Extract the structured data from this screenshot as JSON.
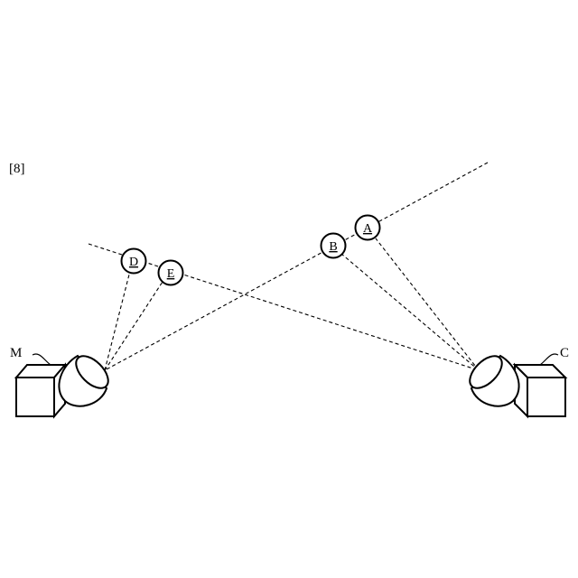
{
  "figure": {
    "number": "[8]"
  },
  "devices": {
    "left": {
      "label": "M",
      "icon": "camera-icon"
    },
    "right": {
      "label": "C",
      "icon": "camera-icon"
    }
  },
  "nodes": {
    "A": "A",
    "B": "B",
    "D": "D",
    "E": "E"
  }
}
